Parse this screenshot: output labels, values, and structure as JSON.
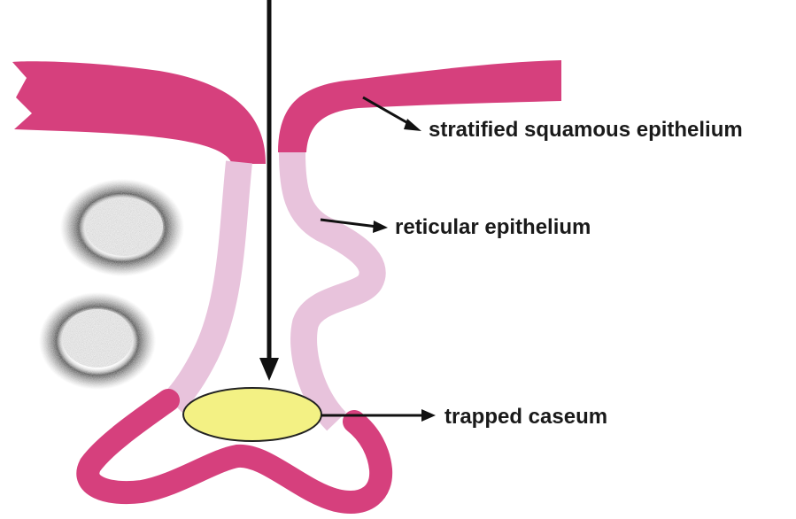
{
  "diagram": {
    "labels": {
      "stratified": "stratified squamous epithelium",
      "reticular": "reticular epithelium",
      "caseum": "trapped caseum"
    },
    "colors": {
      "stratified_epithelium": "#d6407d",
      "reticular_epithelium": "#e8c3dc",
      "caseum": "#f3f184",
      "caseum_outline": "#222222",
      "arrow": "#111111",
      "follicle_shadow": "#555555"
    }
  }
}
